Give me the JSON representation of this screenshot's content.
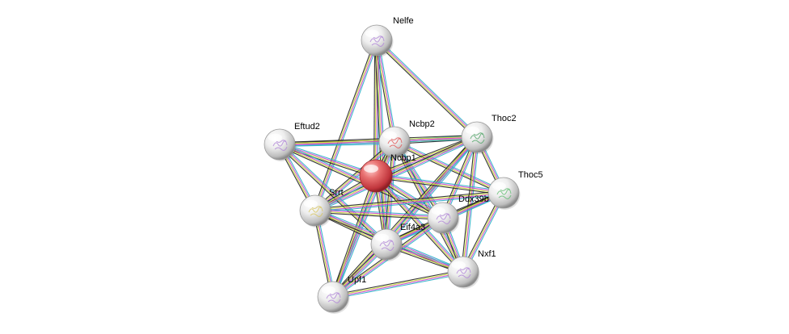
{
  "graph": {
    "query_node": "Ncbp1",
    "nodes": [
      {
        "id": "Nelfe",
        "label": "Nelfe",
        "color": "#e8e8e8",
        "glyph": "#b48cd8"
      },
      {
        "id": "Ncbp2",
        "label": "Ncbp2",
        "color": "#e8e8e8",
        "glyph": "#e06060"
      },
      {
        "id": "Thoc2",
        "label": "Thoc2",
        "color": "#e8e8e8",
        "glyph": "#5aa870"
      },
      {
        "id": "Eftud2",
        "label": "Eftud2",
        "color": "#e8e8e8",
        "glyph": "#b48cd8"
      },
      {
        "id": "Ncbp1",
        "label": "Ncbp1",
        "color": "#e0454d",
        "glyph": "#c94a55"
      },
      {
        "id": "Thoc5",
        "label": "Thoc5",
        "color": "#e8e8e8",
        "glyph": "#6bbf7a"
      },
      {
        "id": "Srrt",
        "label": "Srrt",
        "color": "#e8e8e8",
        "glyph": "#d8c86a"
      },
      {
        "id": "Ddx39b",
        "label": "Ddx39b",
        "color": "#e8e8e8",
        "glyph": "#b48cd8"
      },
      {
        "id": "Eif4a3",
        "label": "Eif4a3",
        "color": "#e8e8e8",
        "glyph": "#b48cd8"
      },
      {
        "id": "Nxf1",
        "label": "Nxf1",
        "color": "#e8e8e8",
        "glyph": "#b48cd8"
      },
      {
        "id": "Upf1",
        "label": "Upf1",
        "color": "#e8e8e8",
        "glyph": "#b48cd8"
      }
    ],
    "edge_colors": [
      "#2ab0c8",
      "#d048d0",
      "#c8d838",
      "#222222"
    ],
    "edges": [
      [
        "Nelfe",
        "Ncbp1"
      ],
      [
        "Nelfe",
        "Ncbp2"
      ],
      [
        "Nelfe",
        "Thoc2"
      ],
      [
        "Nelfe",
        "Srrt"
      ],
      [
        "Nelfe",
        "Eif4a3"
      ],
      [
        "Ncbp2",
        "Ncbp1"
      ],
      [
        "Ncbp2",
        "Thoc2"
      ],
      [
        "Ncbp2",
        "Eftud2"
      ],
      [
        "Ncbp2",
        "Srrt"
      ],
      [
        "Ncbp2",
        "Ddx39b"
      ],
      [
        "Ncbp2",
        "Eif4a3"
      ],
      [
        "Ncbp2",
        "Nxf1"
      ],
      [
        "Ncbp2",
        "Upf1"
      ],
      [
        "Ncbp2",
        "Thoc5"
      ],
      [
        "Thoc2",
        "Ncbp1"
      ],
      [
        "Thoc2",
        "Eftud2"
      ],
      [
        "Thoc2",
        "Thoc5"
      ],
      [
        "Thoc2",
        "Srrt"
      ],
      [
        "Thoc2",
        "Ddx39b"
      ],
      [
        "Thoc2",
        "Eif4a3"
      ],
      [
        "Thoc2",
        "Nxf1"
      ],
      [
        "Thoc2",
        "Upf1"
      ],
      [
        "Eftud2",
        "Ncbp1"
      ],
      [
        "Eftud2",
        "Srrt"
      ],
      [
        "Eftud2",
        "Ddx39b"
      ],
      [
        "Eftud2",
        "Eif4a3"
      ],
      [
        "Ncbp1",
        "Thoc5"
      ],
      [
        "Ncbp1",
        "Srrt"
      ],
      [
        "Ncbp1",
        "Ddx39b"
      ],
      [
        "Ncbp1",
        "Eif4a3"
      ],
      [
        "Ncbp1",
        "Nxf1"
      ],
      [
        "Ncbp1",
        "Upf1"
      ],
      [
        "Thoc5",
        "Ddx39b"
      ],
      [
        "Thoc5",
        "Eif4a3"
      ],
      [
        "Thoc5",
        "Nxf1"
      ],
      [
        "Thoc5",
        "Srrt"
      ],
      [
        "Srrt",
        "Ddx39b"
      ],
      [
        "Srrt",
        "Eif4a3"
      ],
      [
        "Srrt",
        "Nxf1"
      ],
      [
        "Srrt",
        "Upf1"
      ],
      [
        "Ddx39b",
        "Eif4a3"
      ],
      [
        "Ddx39b",
        "Nxf1"
      ],
      [
        "Ddx39b",
        "Upf1"
      ],
      [
        "Eif4a3",
        "Nxf1"
      ],
      [
        "Eif4a3",
        "Upf1"
      ],
      [
        "Nxf1",
        "Upf1"
      ]
    ]
  }
}
